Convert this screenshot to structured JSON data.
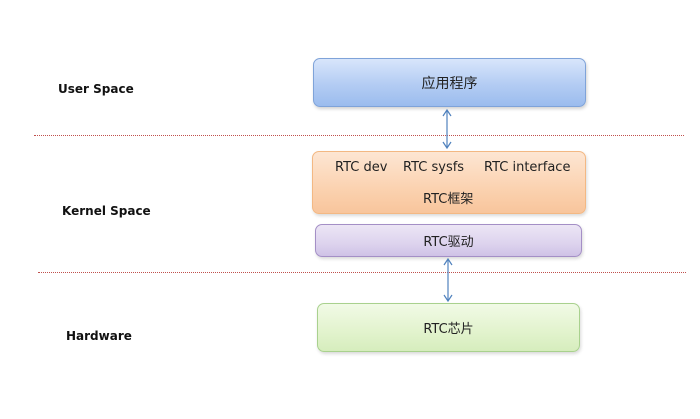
{
  "layers": {
    "user": "User Space",
    "kernel": "Kernel Space",
    "hardware": "Hardware"
  },
  "boxes": {
    "app": "应用程序",
    "framework": {
      "dev": "RTC dev",
      "sysfs": "RTC sysfs",
      "interface": "RTC interface",
      "title": "RTC框架"
    },
    "driver": "RTC驱动",
    "chip": "RTC芯片"
  },
  "colors": {
    "divider": "#c0504d",
    "arrow": "#4f81bd",
    "app_fill": "#b3ccf3",
    "framework_fill": "#fbd2b0",
    "driver_fill": "#ddd3ee",
    "chip_fill": "#e2f3cd"
  }
}
